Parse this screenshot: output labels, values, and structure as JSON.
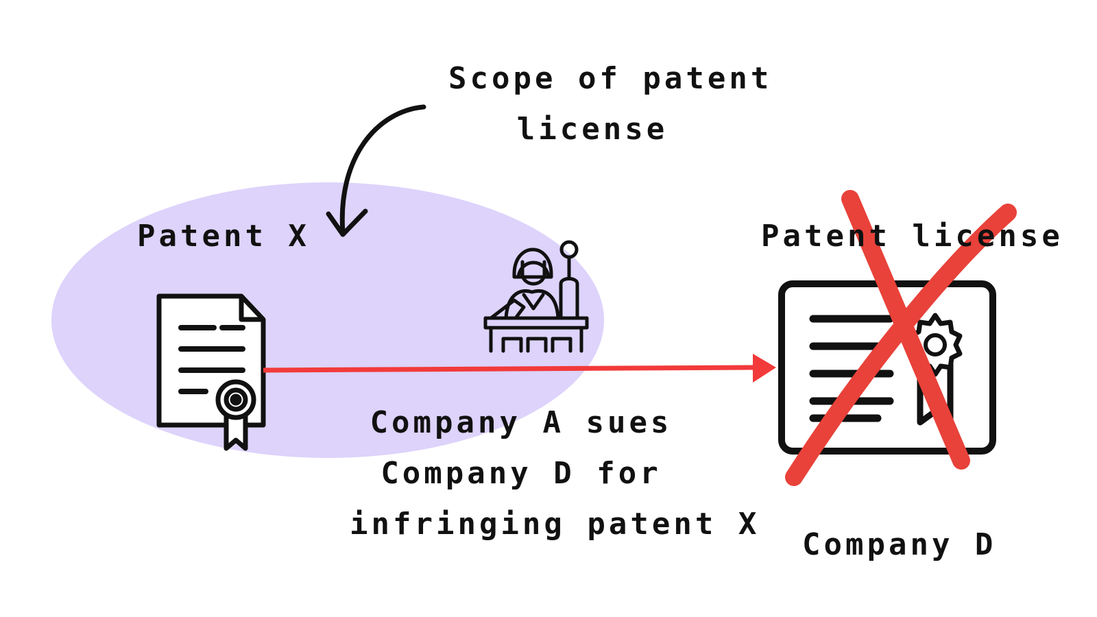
{
  "scope_annotation": {
    "line1": "Scope of patent",
    "line2": "license"
  },
  "patent_x_label": "Patent X",
  "patent_license_label": "Patent license",
  "lawsuit_caption": {
    "line1": "Company A sues",
    "line2": "Company D for",
    "line3": "infringing patent X"
  },
  "company_d_label": "Company D",
  "icons": {
    "patent_document": "patent-document-icon",
    "judge": "judge-icon",
    "license_certificate": "license-certificate-icon",
    "cross_out": "cross-out-mark"
  },
  "colors": {
    "scope_fill": "#ddd3fb",
    "lawsuit_arrow": "#f23a3a",
    "cross_mark": "#e8423a",
    "ink": "#111111"
  }
}
